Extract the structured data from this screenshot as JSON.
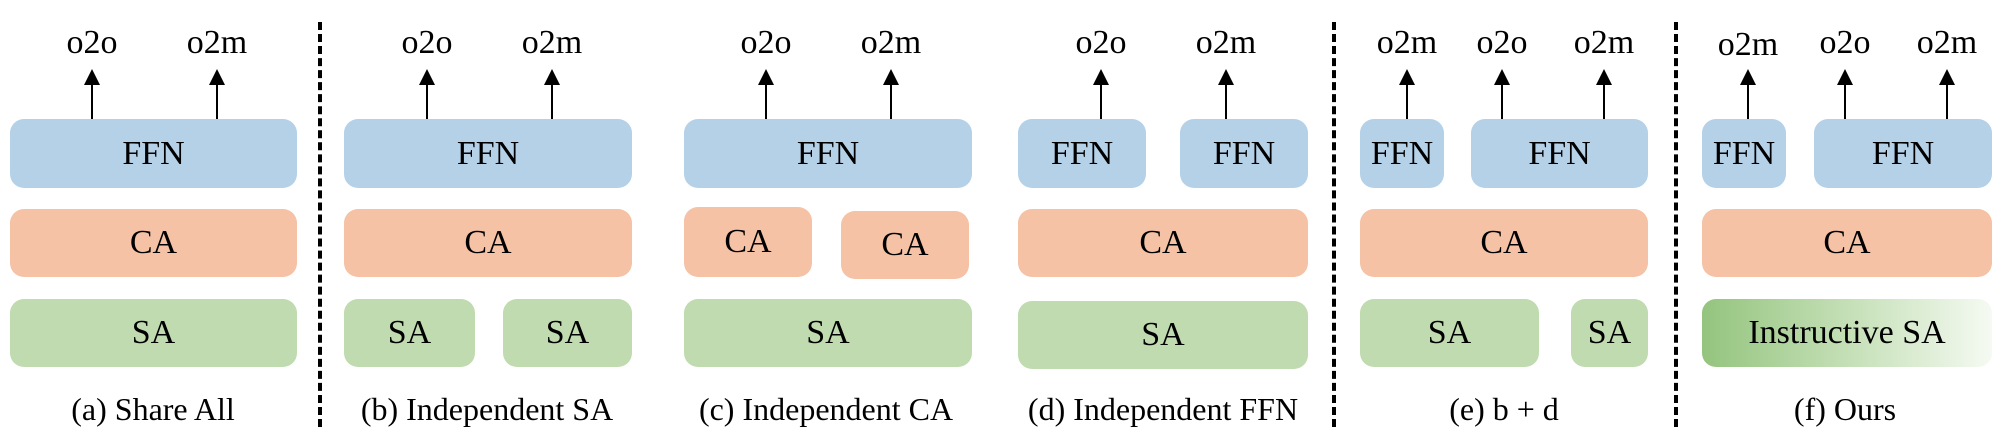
{
  "panels": {
    "a": {
      "outputs": [
        "o2o",
        "o2m"
      ],
      "ffn": [
        "FFN"
      ],
      "ca": [
        "CA"
      ],
      "sa": [
        "SA"
      ],
      "caption": "(a) Share All"
    },
    "b": {
      "outputs": [
        "o2o",
        "o2m"
      ],
      "ffn": [
        "FFN"
      ],
      "ca": [
        "CA"
      ],
      "sa": [
        "SA",
        "SA"
      ],
      "caption": "(b) Independent SA"
    },
    "c": {
      "outputs": [
        "o2o",
        "o2m"
      ],
      "ffn": [
        "FFN"
      ],
      "ca": [
        "CA",
        "CA"
      ],
      "sa": [
        "SA"
      ],
      "caption": "(c) Independent CA"
    },
    "d": {
      "outputs": [
        "o2o",
        "o2m"
      ],
      "ffn": [
        "FFN",
        "FFN"
      ],
      "ca": [
        "CA"
      ],
      "sa": [
        "SA"
      ],
      "caption": "(d) Independent FFN"
    },
    "e": {
      "outputs": [
        "o2m",
        "o2o",
        "o2m"
      ],
      "ffn": [
        "FFN",
        "FFN"
      ],
      "ca": [
        "CA"
      ],
      "sa": [
        "SA",
        "SA"
      ],
      "caption": "(e) b + d"
    },
    "f": {
      "outputs": [
        "o2m",
        "o2o",
        "o2m"
      ],
      "ffn": [
        "FFN",
        "FFN"
      ],
      "ca": [
        "CA"
      ],
      "sa": [
        "Instructive SA"
      ],
      "caption": "(f) Ours"
    }
  },
  "colors": {
    "ffn": "#b5d1e8",
    "ca": "#f5c2a5",
    "sa": "#c0dbb0",
    "instructive_sa_gradient": [
      "#94c47e",
      "#f5faf2"
    ]
  }
}
